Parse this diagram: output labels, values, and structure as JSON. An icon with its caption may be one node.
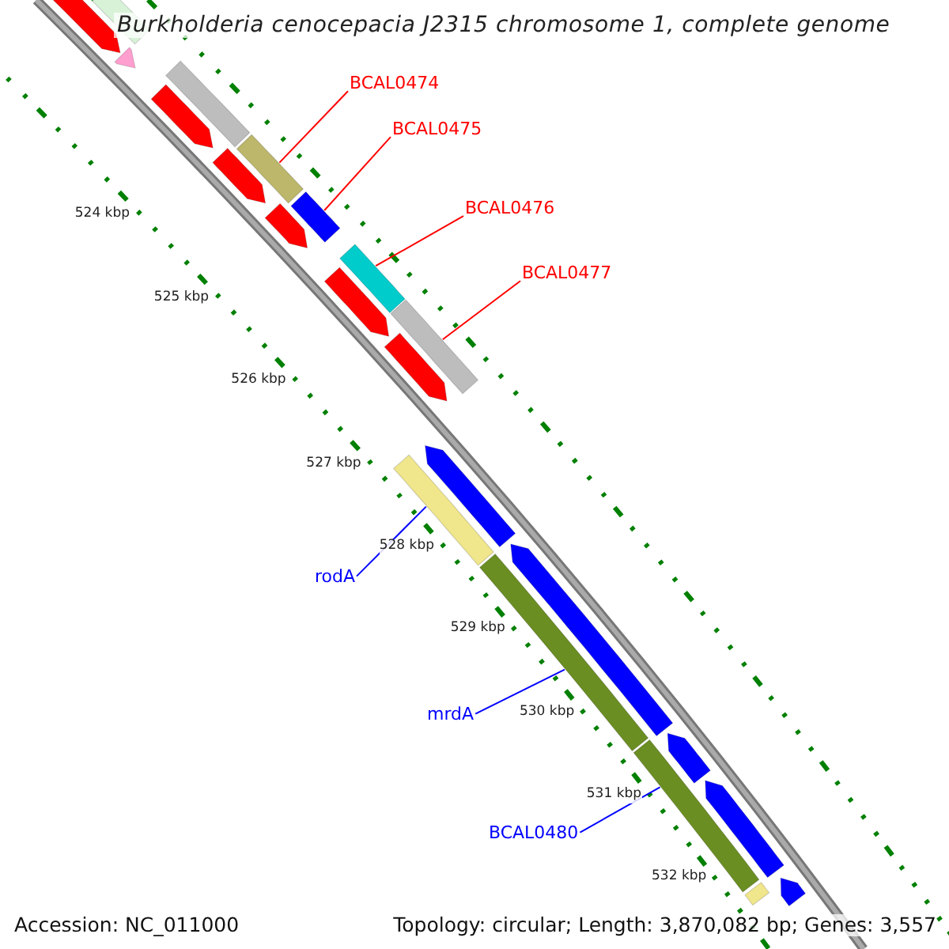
{
  "diagram": {
    "title": "Burkholderia cenocepacia J2315 chromosome 1, complete genome",
    "nodes": [
      {
        "text": [
          "BCAL0474"
        ]
      },
      {
        "text": [],
        "shape": "bar"
      },
      {
        "text": [
          "BCAL0475"
        ]
      },
      {
        "text": [],
        "shape": "bar"
      },
      {
        "text": [
          "BCAL0476"
        ]
      },
      {
        "text": [],
        "shape": "bar"
      },
      {
        "text": [
          "BCAL0477"
        ]
      },
      {
        "text": [],
        "shape": "bar"
      },
      {
        "text": [
          "rodA"
        ]
      },
      {
        "text": [],
        "shape": "bar"
      },
      {
        "text": [
          "mrdA"
        ]
      },
      {
        "text": [],
        "shape": "bar"
      },
      {
        "text": [
          "BCAL0480"
        ]
      },
      {
        "text": [],
        "shape": "bar"
      },
      {
        "text": [],
        "shape": "bar"
      },
      {
        "text": [],
        "shape": "bar"
      },
      {
        "text": [],
        "shape": "bar"
      },
      {
        "text": [],
        "shape": "bar"
      },
      {
        "text": [],
        "shape": "bar"
      },
      {
        "text": [],
        "shape": "bar"
      },
      {
        "text": [],
        "shape": "bar"
      },
      {
        "text": [],
        "shape": "bar"
      },
      {
        "text": [],
        "shape": "bar"
      },
      {
        "text": [],
        "shape": "bar"
      },
      {
        "text": [],
        "shape": "bar"
      },
      {
        "text": [],
        "shape": "bar"
      },
      {
        "text": [],
        "shape": "bar"
      },
      {
        "text": [],
        "shape": "bar"
      },
      {
        "text": [],
        "shape": "bar"
      },
      {
        "text": [],
        "shape": "bar"
      }
    ],
    "edges": [
      {
        "from": 0,
        "to": 1,
        "arrow": "none"
      },
      {
        "from": 2,
        "to": 3,
        "arrow": "none"
      },
      {
        "from": 4,
        "to": 5,
        "arrow": "none"
      },
      {
        "from": 6,
        "to": 7,
        "arrow": "none"
      },
      {
        "from": 8,
        "to": 9,
        "arrow": "none",
        "color": "#0000ff"
      },
      {
        "from": 10,
        "to": 11,
        "arrow": "none",
        "color": "#0000ff"
      },
      {
        "from": 12,
        "to": 13,
        "arrow": "none",
        "color": "#0000ff"
      }
    ],
    "labels": [
      "524 kbp",
      "525 kbp",
      "526 kbp",
      "527 kbp",
      "528 kbp",
      "529 kbp",
      "530 kbp",
      "531 kbp",
      "532 kbp",
      "Accession: NC_011000",
      "Topology: circular; Length: 3,870,082 bp; Genes: 3,557"
    ]
  }
}
